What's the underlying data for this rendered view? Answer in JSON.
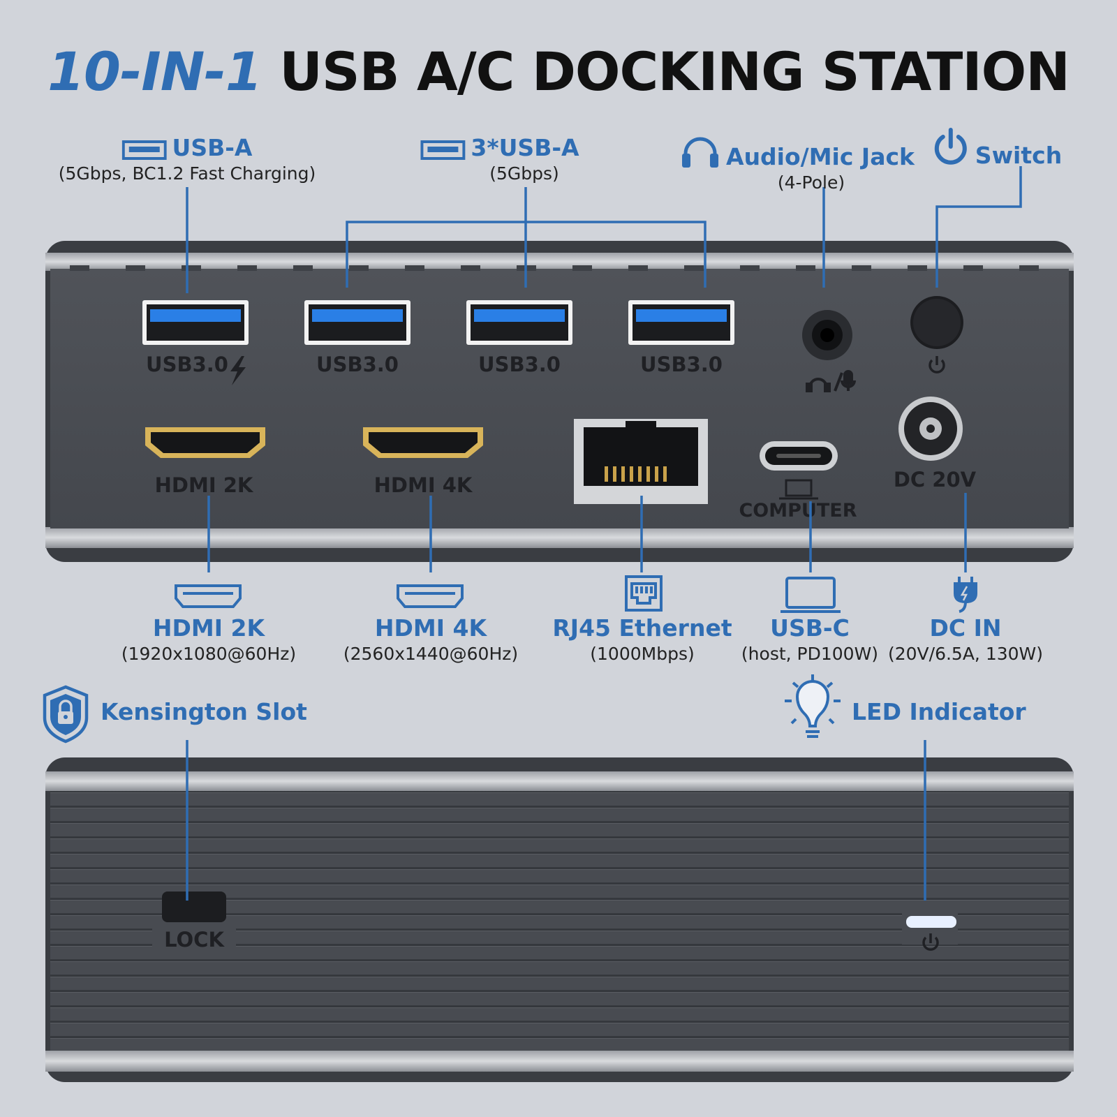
{
  "title": {
    "accent": "10-IN-1",
    "main": "USB A/C DOCKING STATION"
  },
  "top_callouts": {
    "usb_a": {
      "name": "USB-A",
      "spec": "(5Gbps, BC1.2 Fast Charging)"
    },
    "usb_a3": {
      "name": "3*USB-A",
      "spec": "(5Gbps)"
    },
    "audio": {
      "name": "Audio/Mic Jack",
      "spec": "(4-Pole)"
    },
    "switch": {
      "name": "Switch"
    }
  },
  "port_labels": {
    "usb_fast": "USB3.0",
    "usb": "USB3.0",
    "hdmi_2k": "HDMI 2K",
    "hdmi_4k": "HDMI 4K",
    "computer": "COMPUTER",
    "dc": "DC 20V",
    "lock": "LOCK"
  },
  "bottom_callouts": {
    "hdmi_2k": {
      "name": "HDMI 2K",
      "spec": "(1920x1080@60Hz)"
    },
    "hdmi_4k": {
      "name": "HDMI 4K",
      "spec": "(2560x1440@60Hz)"
    },
    "rj45": {
      "name": "RJ45 Ethernet",
      "spec": "(1000Mbps)"
    },
    "usb_c": {
      "name": "USB-C",
      "spec": "(host, PD100W)"
    },
    "dc_in": {
      "name": "DC IN",
      "spec": "(20V/6.5A, 130W)"
    }
  },
  "side_labels": {
    "kensington": "Kensington Slot",
    "led": "LED Indicator"
  },
  "colors": {
    "accent": "#2f6db3",
    "background": "#d1d4da",
    "device": "#4a4d53",
    "usb_blue": "#2a7fe6",
    "hdmi_gold": "#d8b45a",
    "led": "#e8f0ff"
  },
  "icons": [
    "usb-port-icon",
    "headphones-icon",
    "power-icon",
    "hdmi-icon",
    "ethernet-icon",
    "laptop-icon",
    "plug-icon",
    "lock-shield-icon",
    "bulb-icon",
    "lightning-icon",
    "mic-icon"
  ]
}
